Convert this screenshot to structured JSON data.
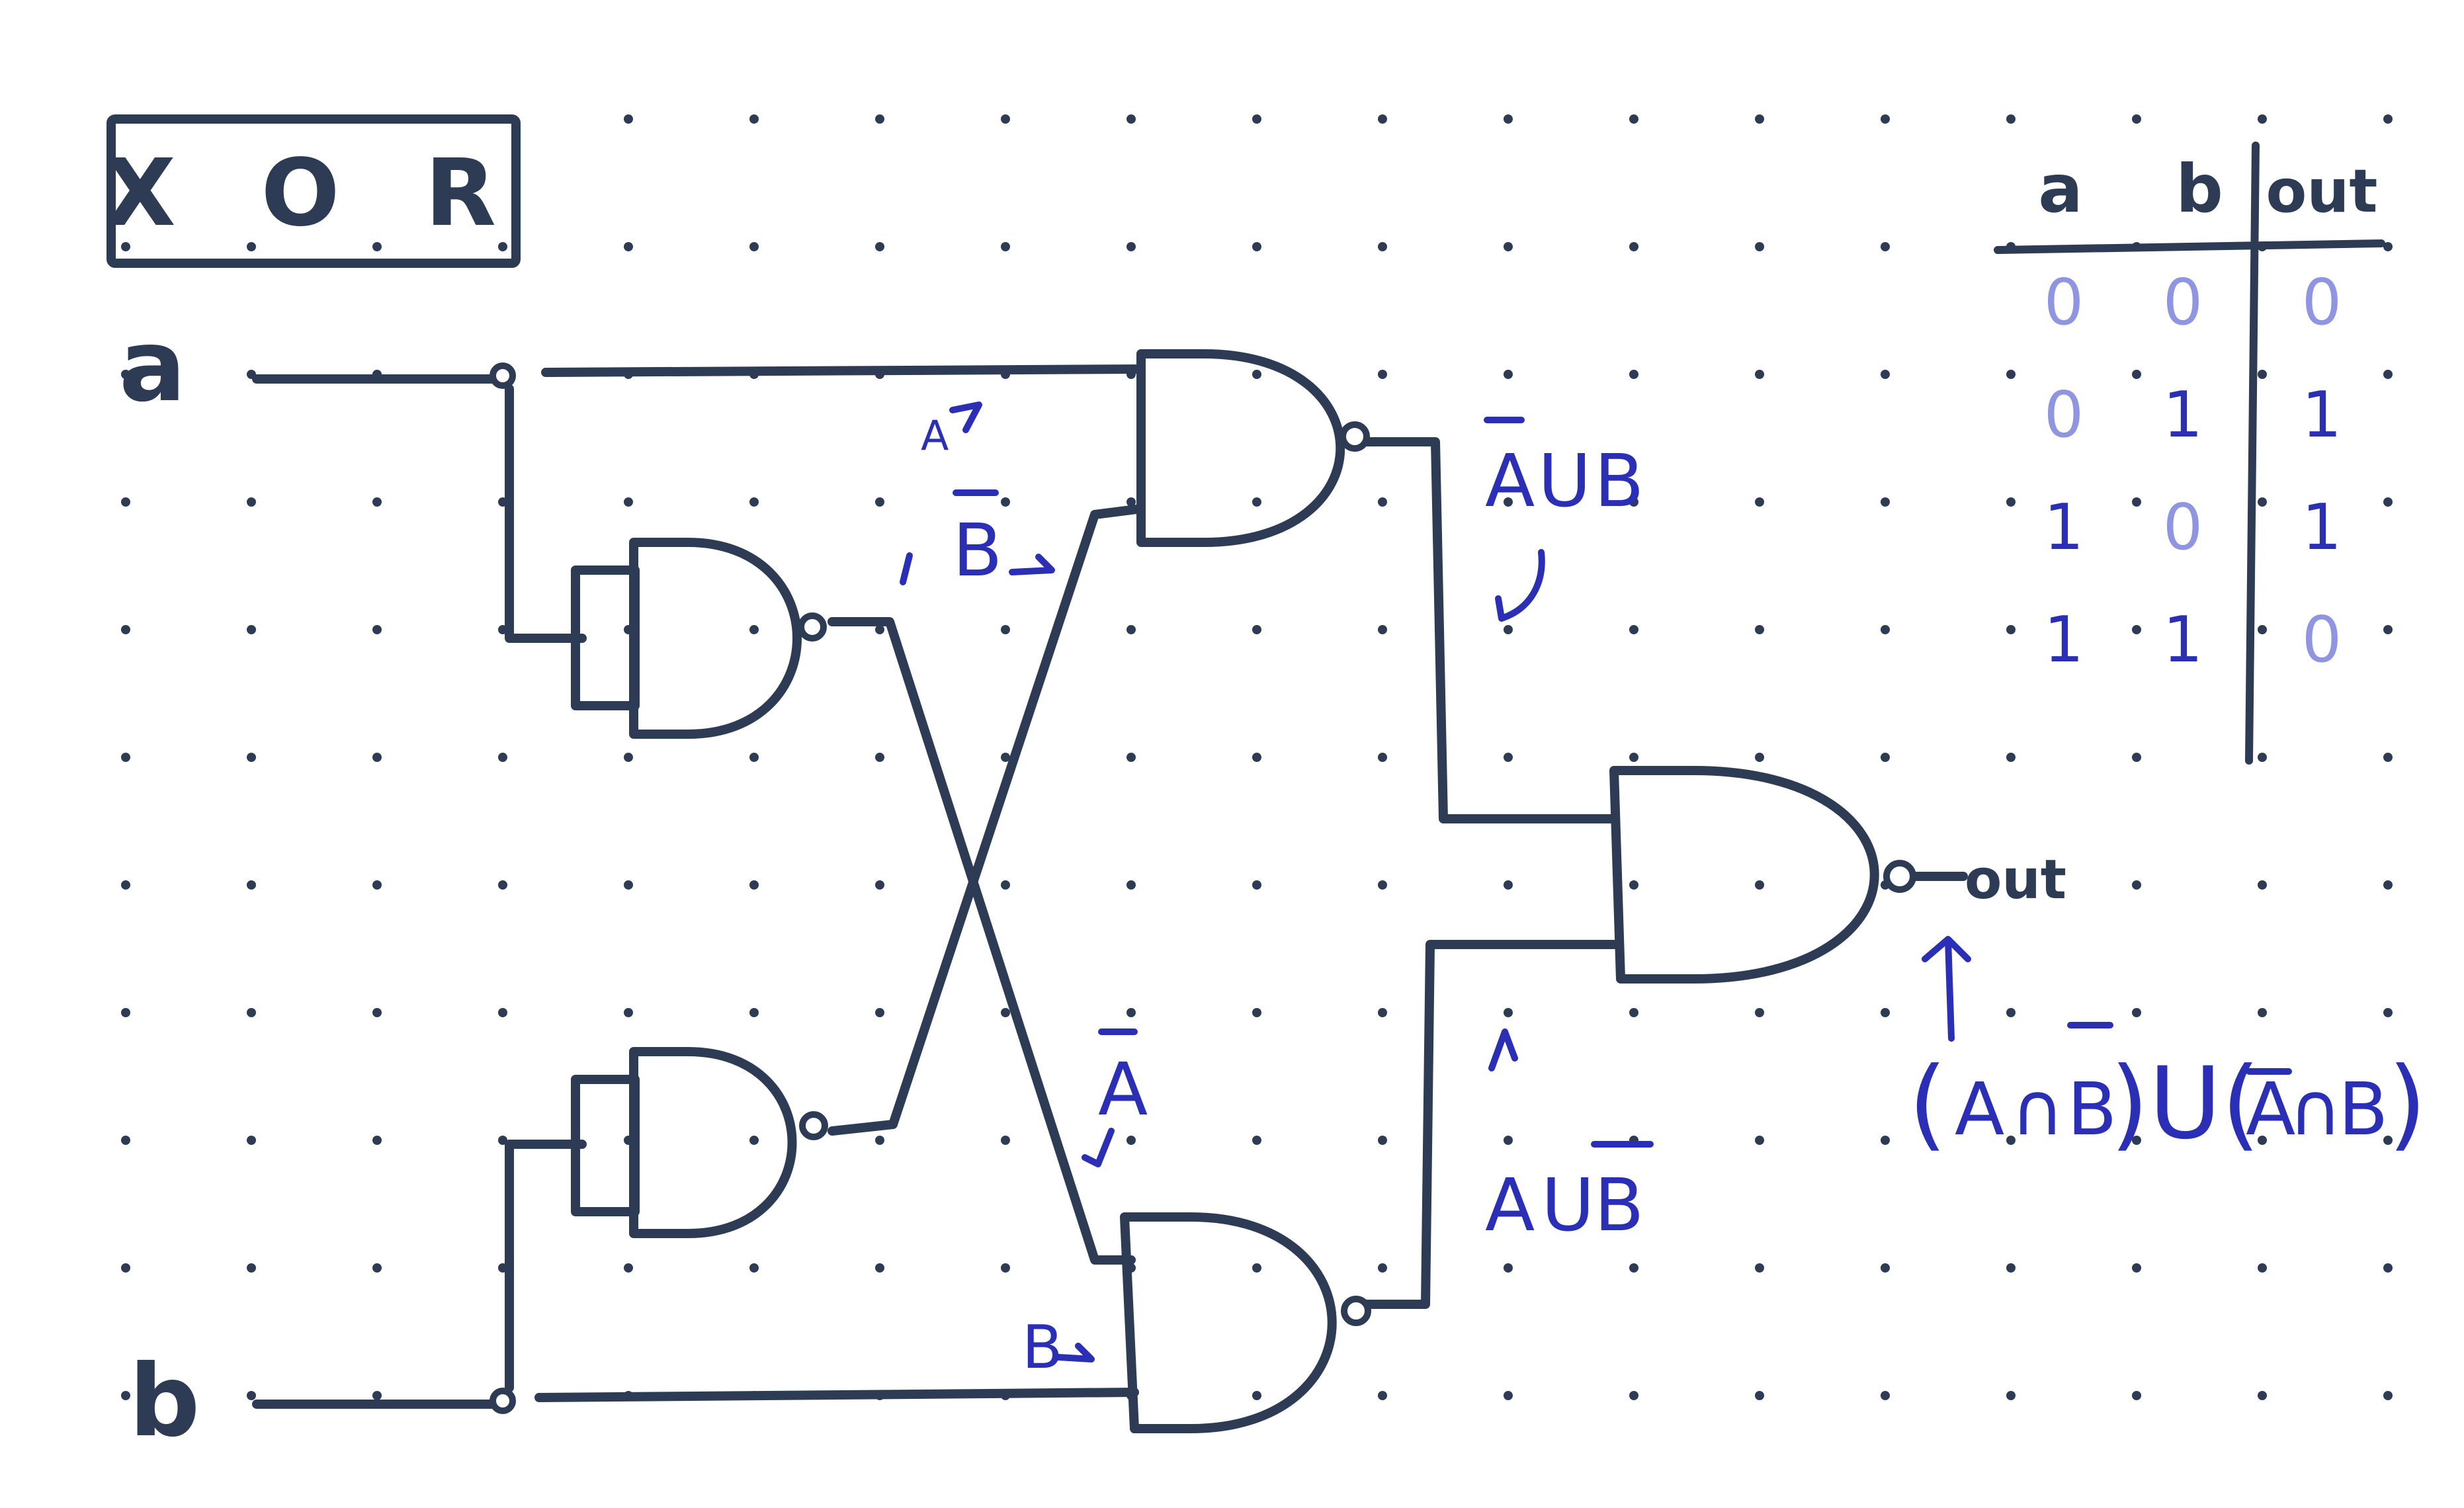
{
  "title": "X O R",
  "inputs": {
    "a": "a",
    "b": "b"
  },
  "output_label": "out",
  "annotations": {
    "a_arrow": "A",
    "b_bar_arrow": "B",
    "a_bar_label": "A",
    "b_arrow": "B",
    "top_nand_out_a": "A",
    "top_nand_out_op": "U",
    "top_nand_out_b": "B",
    "bottom_nand_out_a": "A",
    "bottom_nand_out_op": "U",
    "bottom_nand_out_b": "B",
    "expression_l_paren": "(",
    "expression_a1": "A",
    "expression_and1": "∩",
    "expression_b1": "B",
    "expression_mid": ")U(",
    "expression_a2": "A",
    "expression_and2": "∩",
    "expression_b2": "B",
    "expression_r_paren": ")"
  },
  "truth_table": {
    "headers": [
      "a",
      "b",
      "out"
    ],
    "rows": [
      [
        "0",
        "0",
        "0"
      ],
      [
        "0",
        "1",
        "1"
      ],
      [
        "1",
        "0",
        "1"
      ],
      [
        "1",
        "1",
        "0"
      ]
    ]
  },
  "colors": {
    "ink": "#2e3b55",
    "annotation": "#2a2fb5",
    "faint": "#8f95e0"
  }
}
